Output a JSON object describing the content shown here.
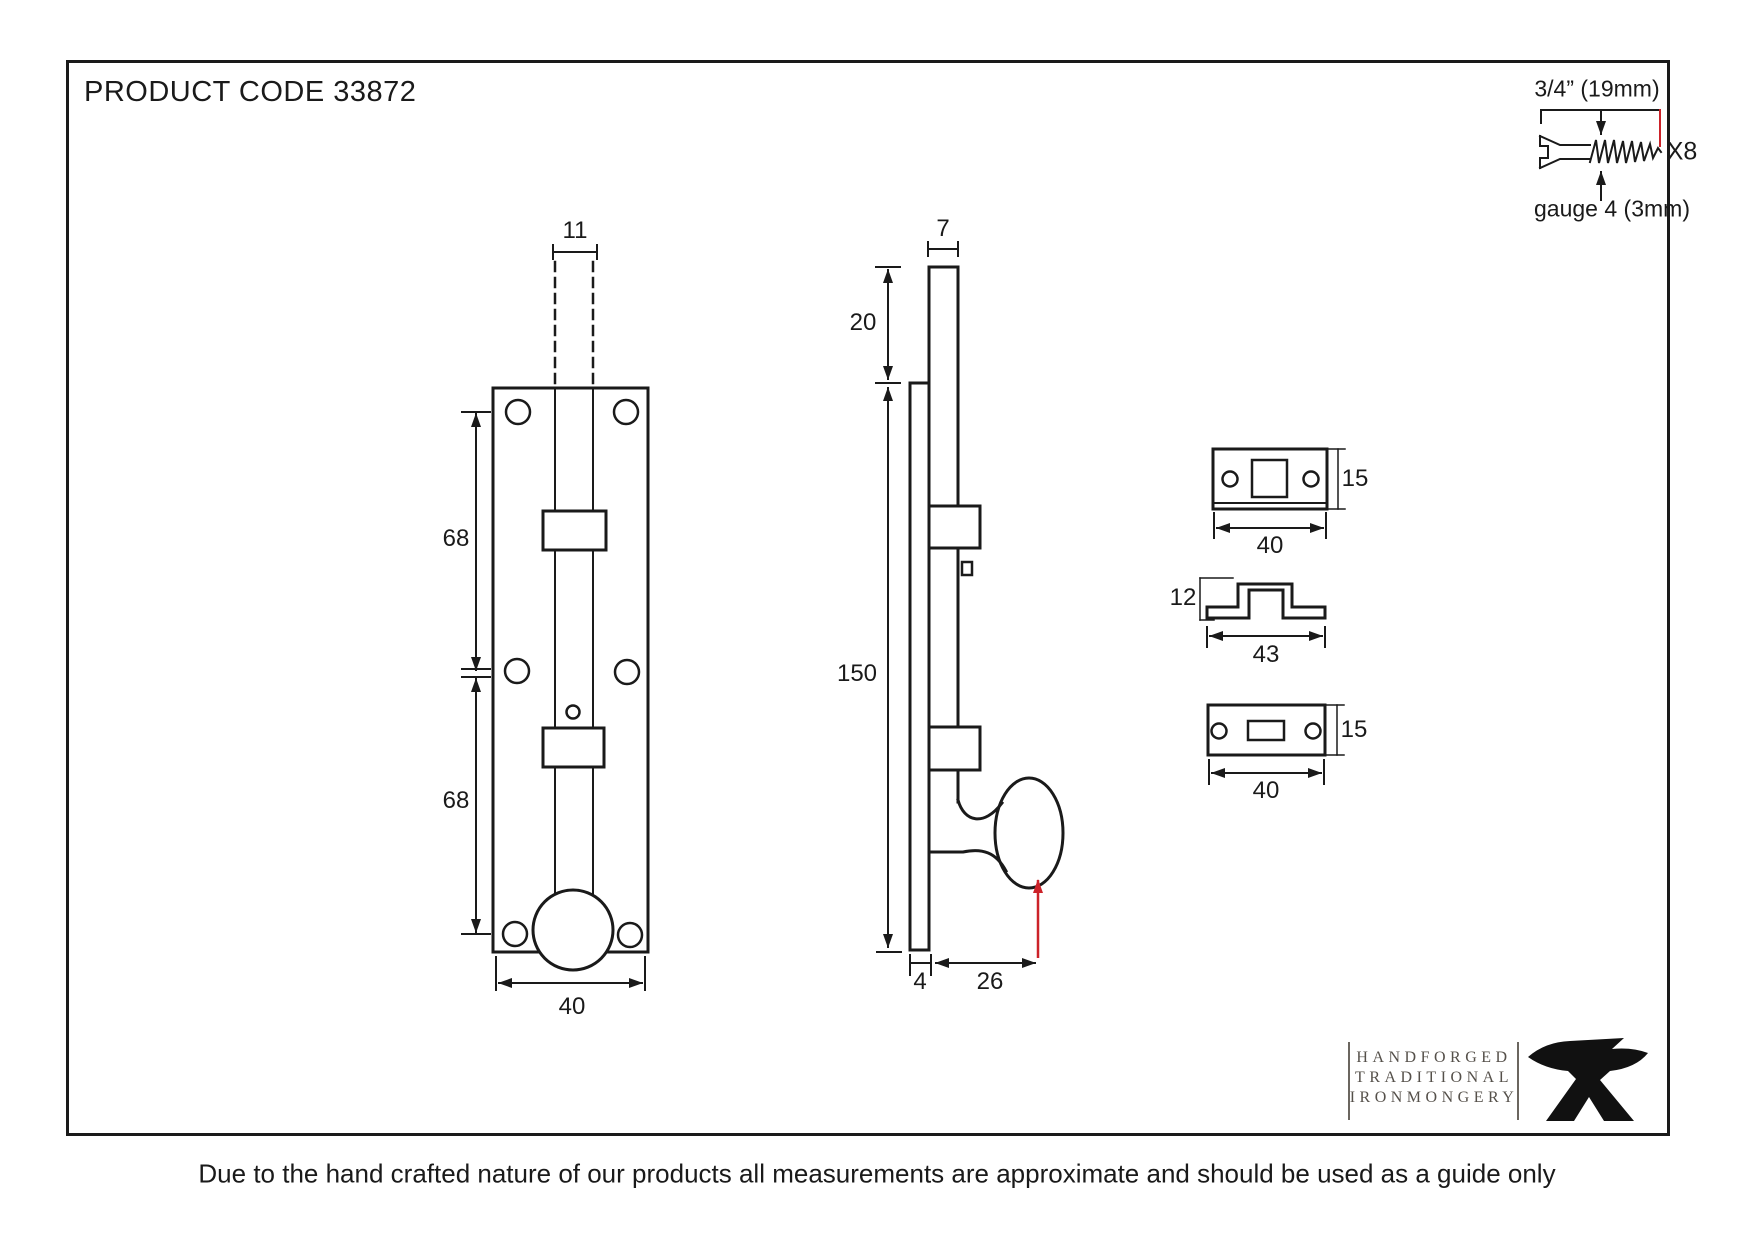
{
  "page": {
    "title": "PRODUCT CODE 33872",
    "disclaimer": "Due to the hand crafted nature of our products all measurements are approximate and should be used as a guide only"
  },
  "screw_spec": {
    "length": "3/4” (19mm)",
    "quantity": "X8",
    "gauge": "gauge 4 (3mm)"
  },
  "front_view": {
    "bolt_throw_width": "11",
    "upper_screw_spacing": "68",
    "lower_screw_spacing": "68",
    "plate_width": "40"
  },
  "side_view": {
    "rod_width": "7",
    "throw_above_plate": "20",
    "plate_height": "150",
    "plate_thickness": "4",
    "knob_projection": "26"
  },
  "keeper_plates": {
    "square_keep": {
      "width": "40",
      "height": "15"
    },
    "bridge_keep": {
      "height": "12",
      "width": "43"
    },
    "slot_keep": {
      "width": "40",
      "height": "15"
    }
  },
  "logo": {
    "line1": "HANDFORGED",
    "line2": "TRADITIONAL",
    "line3": "IRONMONGERY"
  },
  "colors": {
    "ink": "#1a1a1a",
    "accent_red": "#cc2229",
    "logo_text": "#55504a"
  }
}
